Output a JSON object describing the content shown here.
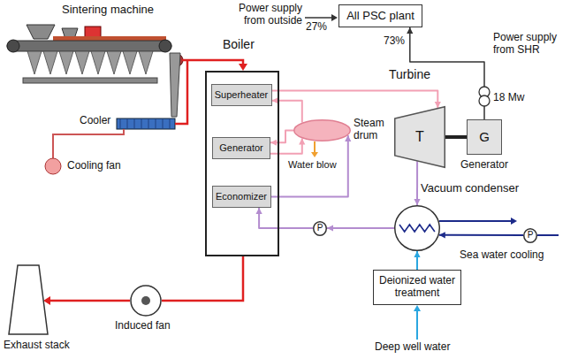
{
  "diagram": {
    "nodes": [
      {
        "text": [
          "All PSC plant"
        ]
      },
      {
        "text": [
          "Boiler"
        ]
      },
      {
        "text": [
          "Superheater"
        ],
        "in": 1
      },
      {
        "text": [
          "Generator"
        ],
        "in": 1
      },
      {
        "text": [
          "Economizer"
        ],
        "in": 1
      },
      {
        "text": [
          "Steam drum"
        ]
      },
      {
        "text": [
          "Turbine",
          "T"
        ]
      },
      {
        "text": [
          "G",
          "Generator"
        ]
      },
      {
        "text": [
          "Vacuum condenser"
        ]
      },
      {
        "text": [
          "Deionized water treatment"
        ]
      },
      {
        "text": [
          "P"
        ]
      },
      {
        "text": [
          "P"
        ]
      }
    ],
    "edges": [
      {
        "from": 5,
        "to": 2,
        "arrow": "to"
      },
      {
        "from": 5,
        "to": 3,
        "arrow": "to"
      },
      {
        "from": 3,
        "to": 5,
        "arrow": "to"
      },
      {
        "from": 2,
        "to": 6,
        "arrow": "to"
      },
      {
        "from": 6,
        "to": 7,
        "arrow": "none"
      },
      {
        "from": 7,
        "to": 0,
        "arrow": "to"
      },
      {
        "from": 6,
        "to": 8,
        "arrow": "to"
      },
      {
        "from": 8,
        "to": 10,
        "arrow": "to"
      },
      {
        "from": 10,
        "to": 4,
        "arrow": "to"
      },
      {
        "from": 4,
        "to": 5,
        "arrow": "to"
      },
      {
        "from": 9,
        "to": 8,
        "arrow": "to"
      },
      {
        "from": 11,
        "to": 8,
        "arrow": "to"
      }
    ],
    "labels": [
      "Sintering machine",
      "Cooler",
      "Cooling fan",
      "Exhaust stack",
      "Induced fan",
      "Water blow",
      "Sea water cooling",
      "Deep well water",
      "Power supply from outside",
      "27%",
      "73%",
      "Power supply from SHR",
      "18 Mw"
    ]
  }
}
